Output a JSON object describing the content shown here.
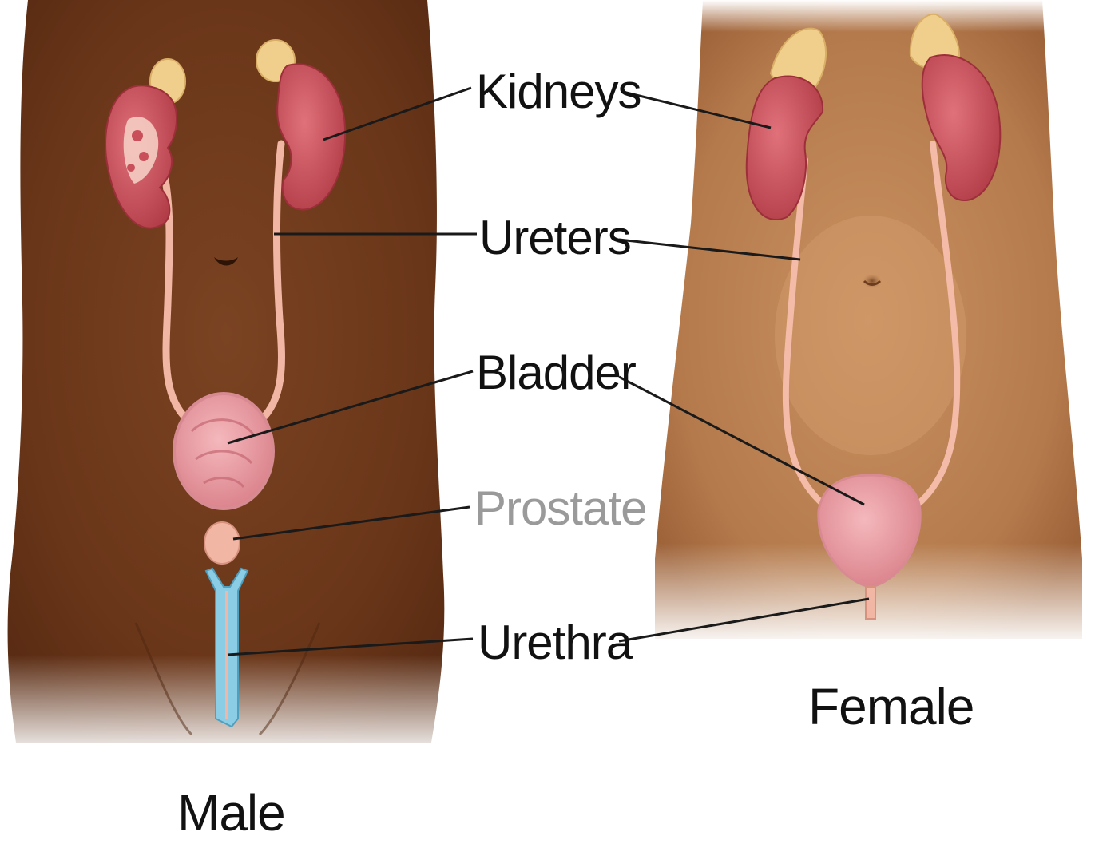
{
  "labels": {
    "kidneys": "Kidneys",
    "ureters": "Ureters",
    "bladder": "Bladder",
    "prostate": "Prostate",
    "urethra": "Urethra"
  },
  "captions": {
    "male": "Male",
    "female": "Female"
  },
  "colors": {
    "male_skin": "#6e3a1c",
    "female_skin": "#b5784a",
    "kidney": "#c9505a",
    "adrenal": "#f0cf8c",
    "ureter": "#f2b6a4",
    "bladder": "#e79aa0",
    "urethra_male": "#8ccde6",
    "prostate_label": "#9a9a9a",
    "text": "#111111"
  }
}
